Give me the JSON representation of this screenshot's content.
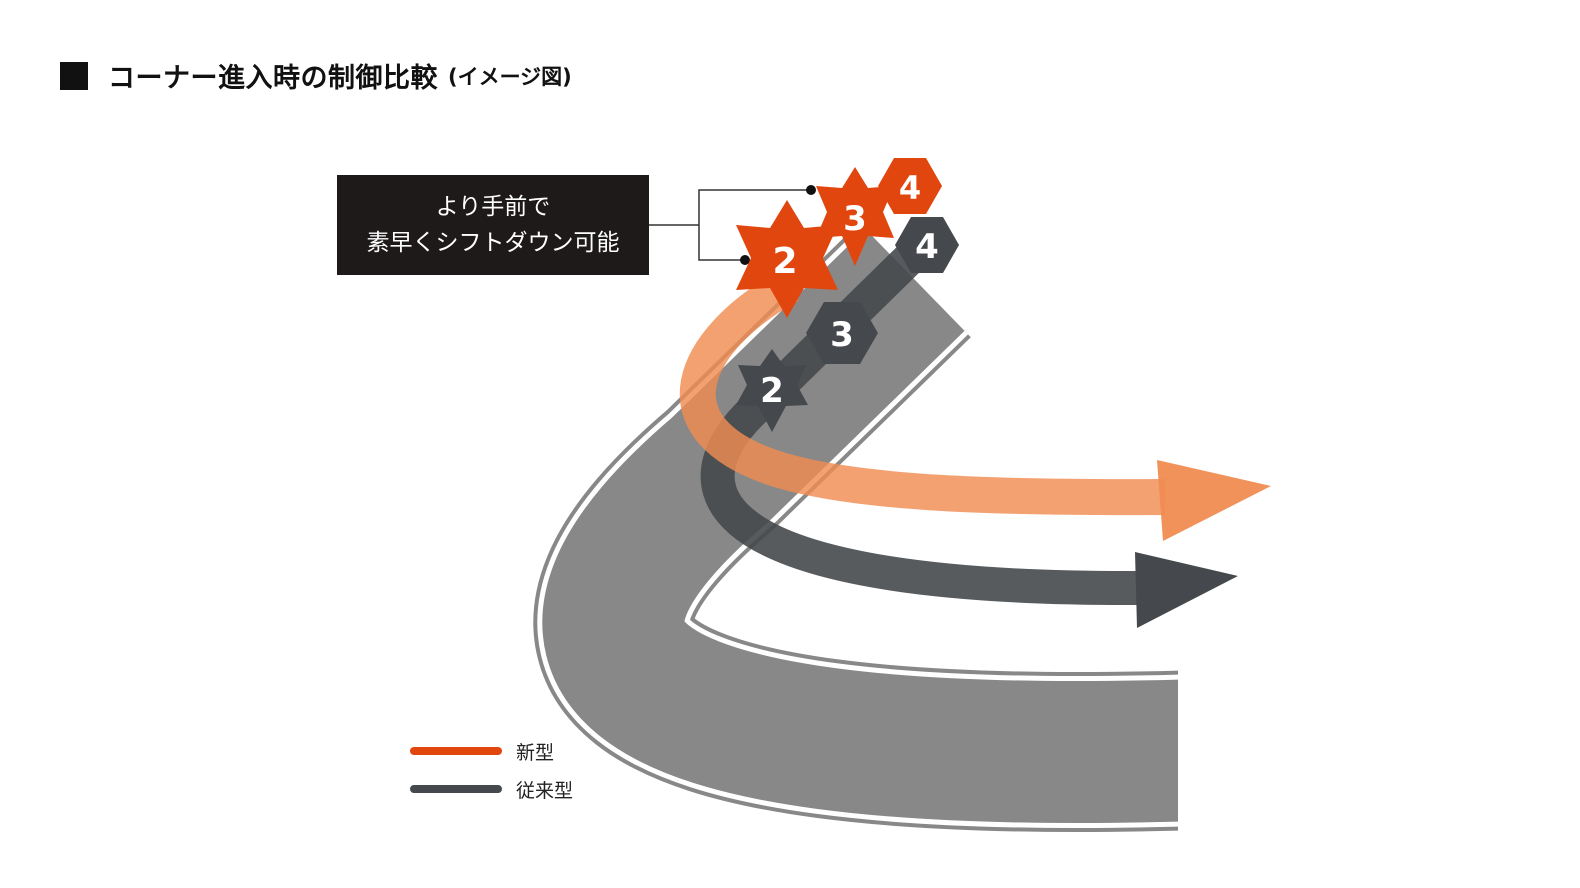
{
  "title": {
    "main": "コーナー進入時の制御比較",
    "sub": "(イメージ図)"
  },
  "callout": {
    "line1": "より手前で",
    "line2": "素早くシフトダウン可能"
  },
  "new_type": {
    "label": "新型",
    "color": "#e2460f",
    "arrow_color": "#f08c52",
    "gears": [
      "4",
      "3",
      "2"
    ]
  },
  "old_type": {
    "label": "従来型",
    "color": "#45494d",
    "gears": [
      "4",
      "3",
      "2"
    ]
  },
  "road_color": "#888888"
}
